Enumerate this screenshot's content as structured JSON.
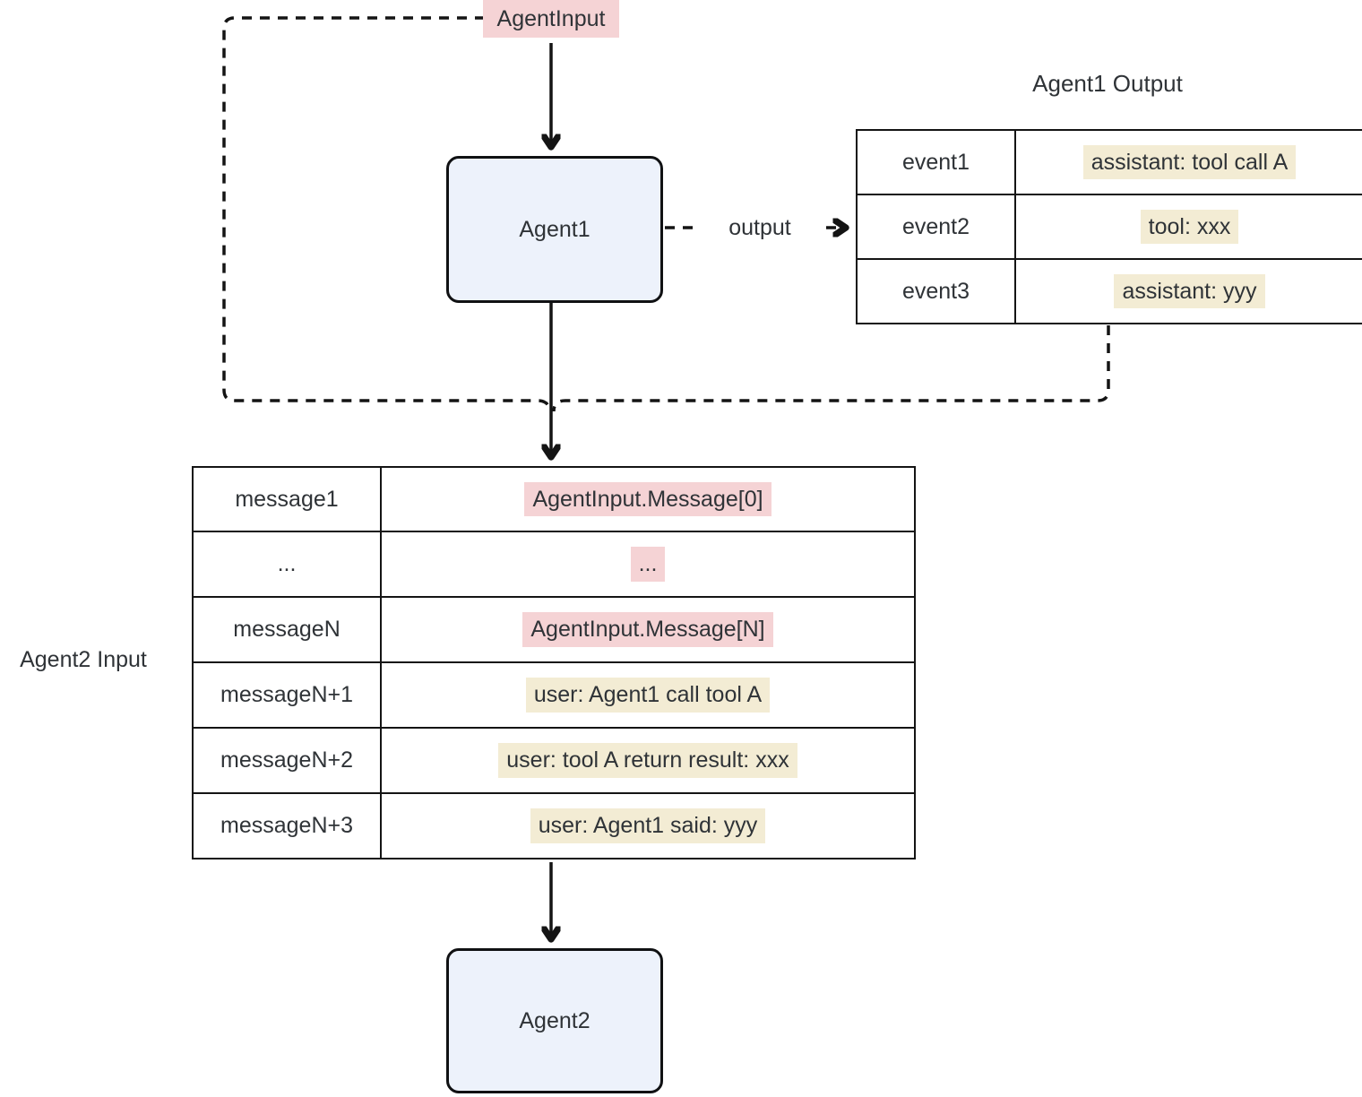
{
  "diagram": {
    "agent_input_label": "AgentInput",
    "agent1": {
      "label": "Agent1"
    },
    "agent2": {
      "label": "Agent2"
    },
    "output_edge_label": "output",
    "agent1_output": {
      "title": "Agent1 Output",
      "rows": [
        {
          "key": "event1",
          "value": "assistant: tool call A"
        },
        {
          "key": "event2",
          "value": "tool: xxx"
        },
        {
          "key": "event3",
          "value": "assistant: yyy"
        }
      ]
    },
    "agent2_input": {
      "title": "Agent2 Input",
      "rows": [
        {
          "key": "message1",
          "value": "AgentInput.Message[0]"
        },
        {
          "key": "...",
          "value": "..."
        },
        {
          "key": "messageN",
          "value": "AgentInput.Message[N]"
        },
        {
          "key": "messageN+1",
          "value": "user: Agent1 call tool A"
        },
        {
          "key": "messageN+2",
          "value": "user: tool A return result: xxx"
        },
        {
          "key": "messageN+3",
          "value": "user: Agent1 said: yyy"
        }
      ]
    }
  },
  "colors": {
    "pink_highlight": "#f5d3d5",
    "cream_highlight": "#f3ecd4",
    "node_fill": "#edf2fb",
    "line": "#141414",
    "text": "#2f3337"
  }
}
